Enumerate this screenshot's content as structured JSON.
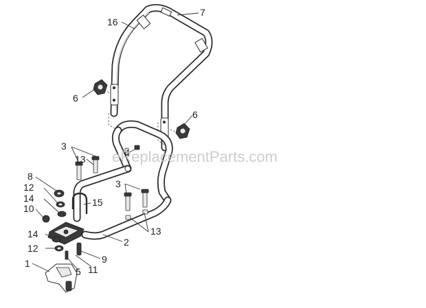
{
  "watermark": "eReplacementParts.com",
  "callouts": {
    "c1": "1",
    "c2": "2",
    "c3a": "3",
    "c3b": "3",
    "c4": "4",
    "c5": "5",
    "c6a": "6",
    "c6b": "6",
    "c7": "7",
    "c8": "8",
    "c9": "9",
    "c10": "10",
    "c11": "11",
    "c12a": "12",
    "c12b": "12",
    "c13a": "13",
    "c13b": "13",
    "c14a": "14",
    "c14b": "14",
    "c15": "15",
    "c16": "16"
  }
}
